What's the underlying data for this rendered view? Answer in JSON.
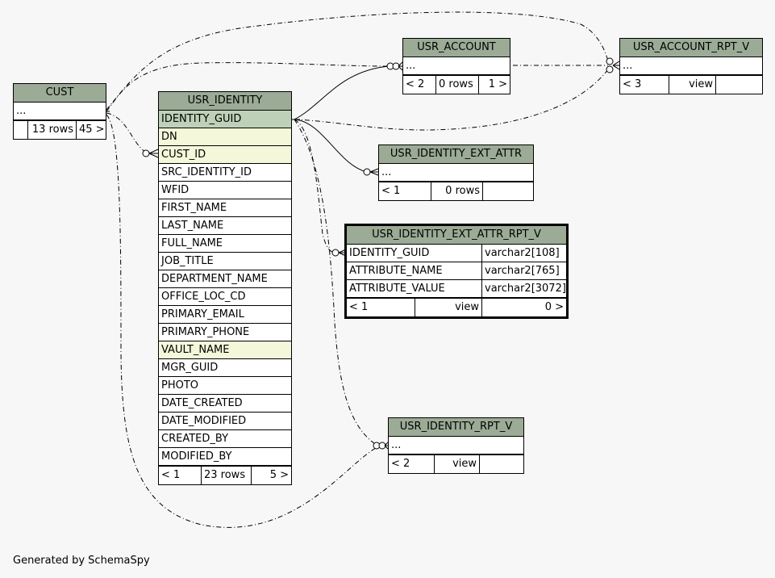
{
  "tables": {
    "cust": {
      "name": "CUST",
      "rows": [
        "..."
      ],
      "footer": [
        "",
        "13 rows",
        "45 >"
      ]
    },
    "usr_identity": {
      "name": "USR_IDENTITY",
      "columns": [
        "IDENTITY_GUID",
        "DN",
        "CUST_ID",
        "SRC_IDENTITY_ID",
        "WFID",
        "FIRST_NAME",
        "LAST_NAME",
        "FULL_NAME",
        "JOB_TITLE",
        "DEPARTMENT_NAME",
        "OFFICE_LOC_CD",
        "PRIMARY_EMAIL",
        "PRIMARY_PHONE",
        "VAULT_NAME",
        "MGR_GUID",
        "PHOTO",
        "DATE_CREATED",
        "DATE_MODIFIED",
        "CREATED_BY",
        "MODIFIED_BY"
      ],
      "footer": [
        "< 1",
        "23 rows",
        "5 >"
      ]
    },
    "usr_account": {
      "name": "USR_ACCOUNT",
      "rows": [
        "..."
      ],
      "footer": [
        "< 2",
        "0 rows",
        "1 >"
      ]
    },
    "usr_account_rpt_v": {
      "name": "USR_ACCOUNT_RPT_V",
      "rows": [
        "..."
      ],
      "footer": [
        "< 3",
        "view",
        ""
      ]
    },
    "usr_identity_ext_attr": {
      "name": "USR_IDENTITY_EXT_ATTR",
      "rows": [
        "..."
      ],
      "footer": [
        "< 1",
        "0 rows",
        ""
      ]
    },
    "usr_identity_ext_attr_rpt_v": {
      "name": "USR_IDENTITY_EXT_ATTR_RPT_V",
      "columns": [
        {
          "name": "IDENTITY_GUID",
          "type": "varchar2[108]"
        },
        {
          "name": "ATTRIBUTE_NAME",
          "type": "varchar2[765]"
        },
        {
          "name": "ATTRIBUTE_VALUE",
          "type": "varchar2[3072]"
        }
      ],
      "footer": [
        "< 1",
        "view",
        "0 >"
      ]
    },
    "usr_identity_rpt_v": {
      "name": "USR_IDENTITY_RPT_V",
      "rows": [
        "..."
      ],
      "footer": [
        "< 2",
        "view",
        ""
      ]
    }
  },
  "footer_note": "Generated by SchemaSpy",
  "colors": {
    "background": "#f7f7f7",
    "table_header": "#9bab96",
    "primary_key": "#bed1b8",
    "indexed_column": "#f4f7da"
  }
}
